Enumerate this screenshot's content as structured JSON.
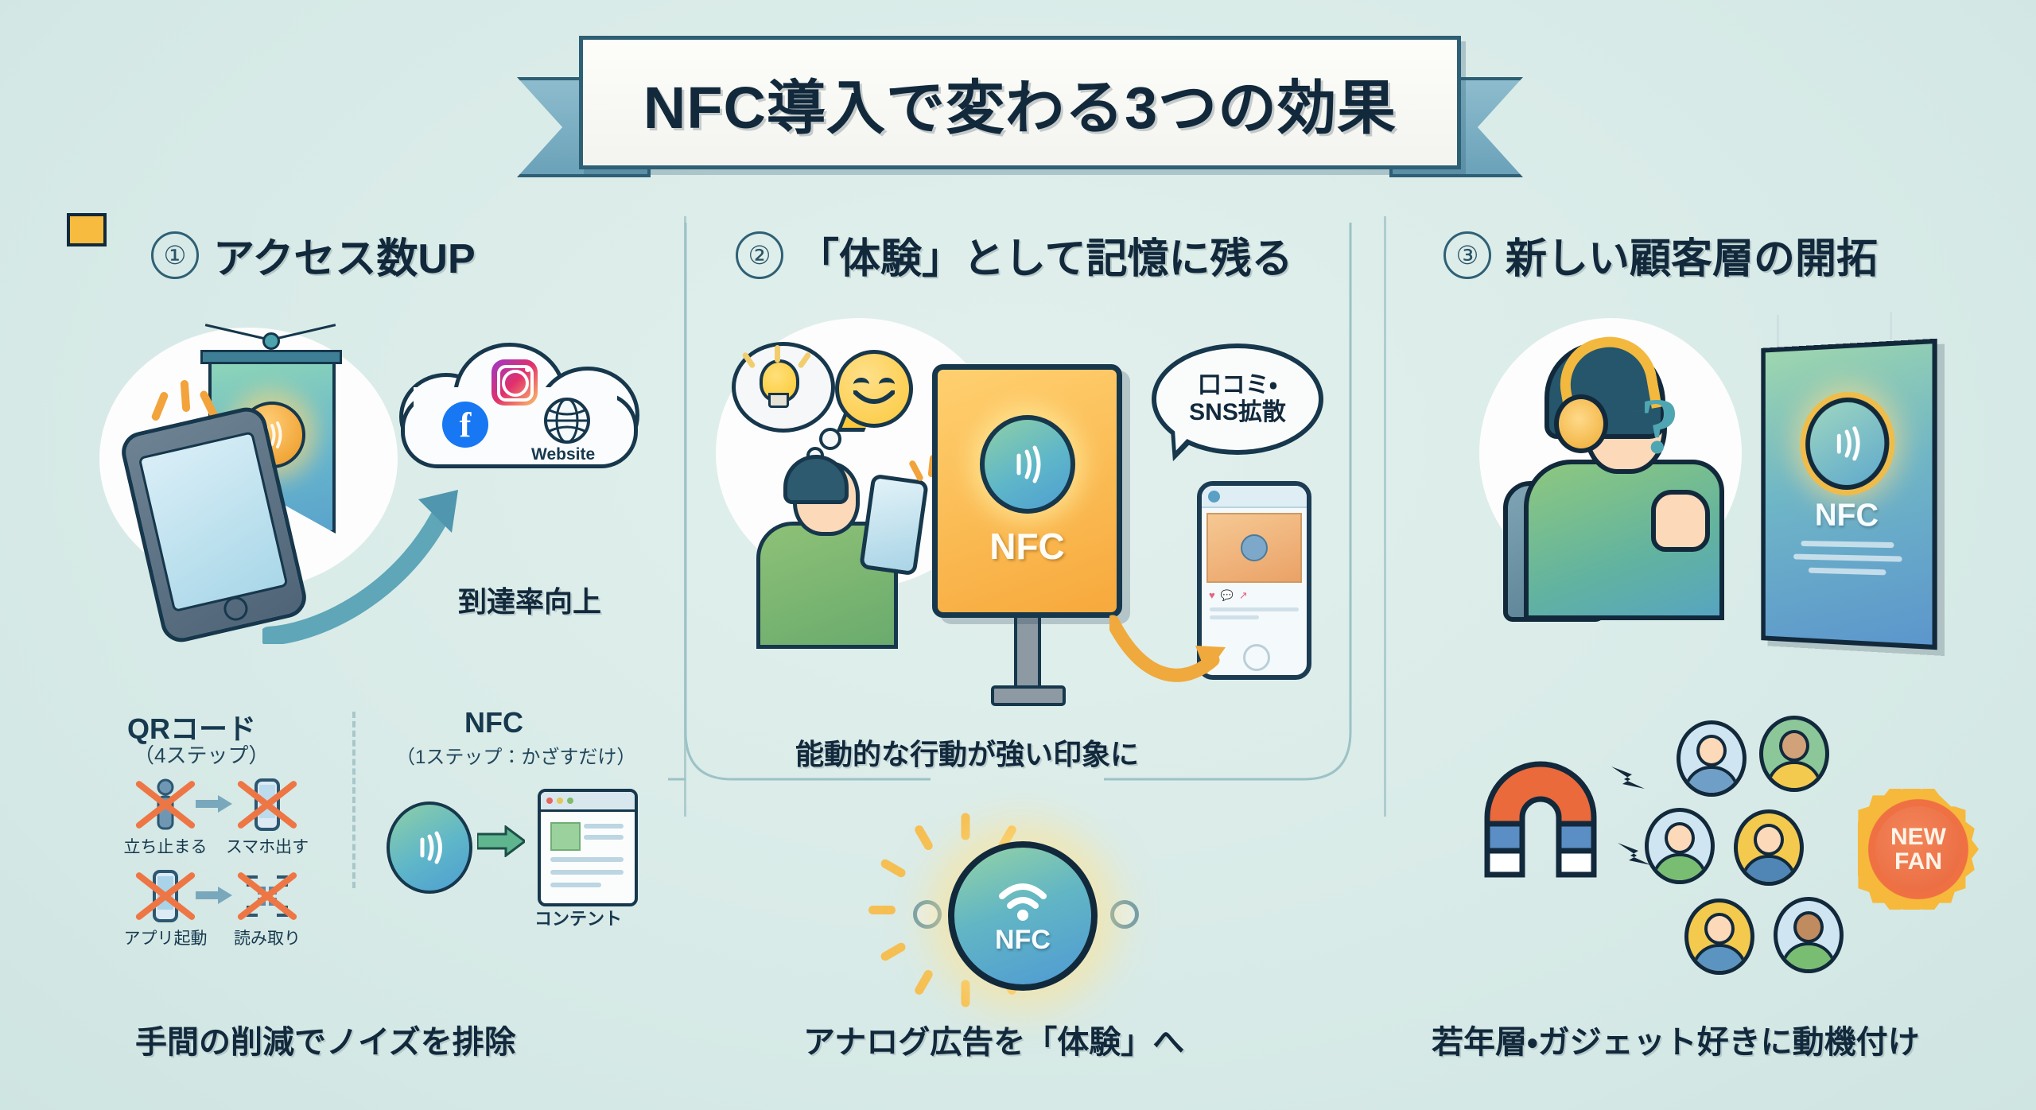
{
  "title": "NFC導入で変わる3つの効果",
  "columns": [
    {
      "number": "①",
      "heading": "アクセス数UP",
      "arrow_label": "到達率向上",
      "cloud": {
        "facebook_icon": "facebook-icon",
        "instagram_icon": "instagram-icon",
        "website_icon": "globe-icon",
        "website_label": "Website"
      },
      "comparison": {
        "qr_title": "QRコード",
        "qr_sub": "（4ステップ）",
        "nfc_title": "NFC",
        "nfc_sub": "（1ステップ：かざすだけ）",
        "qr_steps": [
          "立ち止まる",
          "スマホ出す",
          "アプリ起動",
          "読み取り"
        ],
        "nfc_result_label": "コンテント"
      },
      "footer": "手間の削減でノイズを排除"
    },
    {
      "number": "②",
      "heading": "「体験」として記憶に残る",
      "sign_label": "NFC",
      "bubble": {
        "line1": "口コミ・",
        "line2": "SNS拡散"
      },
      "mid_caption": "能動的な行動が強い印象に",
      "footer": "アナログ広告を「体験」へ"
    },
    {
      "number": "③",
      "heading": "新しい顧客層の開拓",
      "poster_label": "NFC",
      "badge": {
        "line1": "NEW",
        "line2": "FAN"
      },
      "question_mark": "?",
      "footer": "若年層・ガジェット好きに動機付け"
    }
  ],
  "hub": {
    "label": "NFC"
  },
  "colors": {
    "background": "#dfeeea",
    "ink": "#12293c",
    "banner_ribbon": "#6ba2b9",
    "accent_orange": "#f2a83c",
    "accent_teal": "#4f9ad4",
    "cross_red": "#ee7644",
    "badge_orange": "#ef7043",
    "badge_ring": "#f6b93b"
  }
}
